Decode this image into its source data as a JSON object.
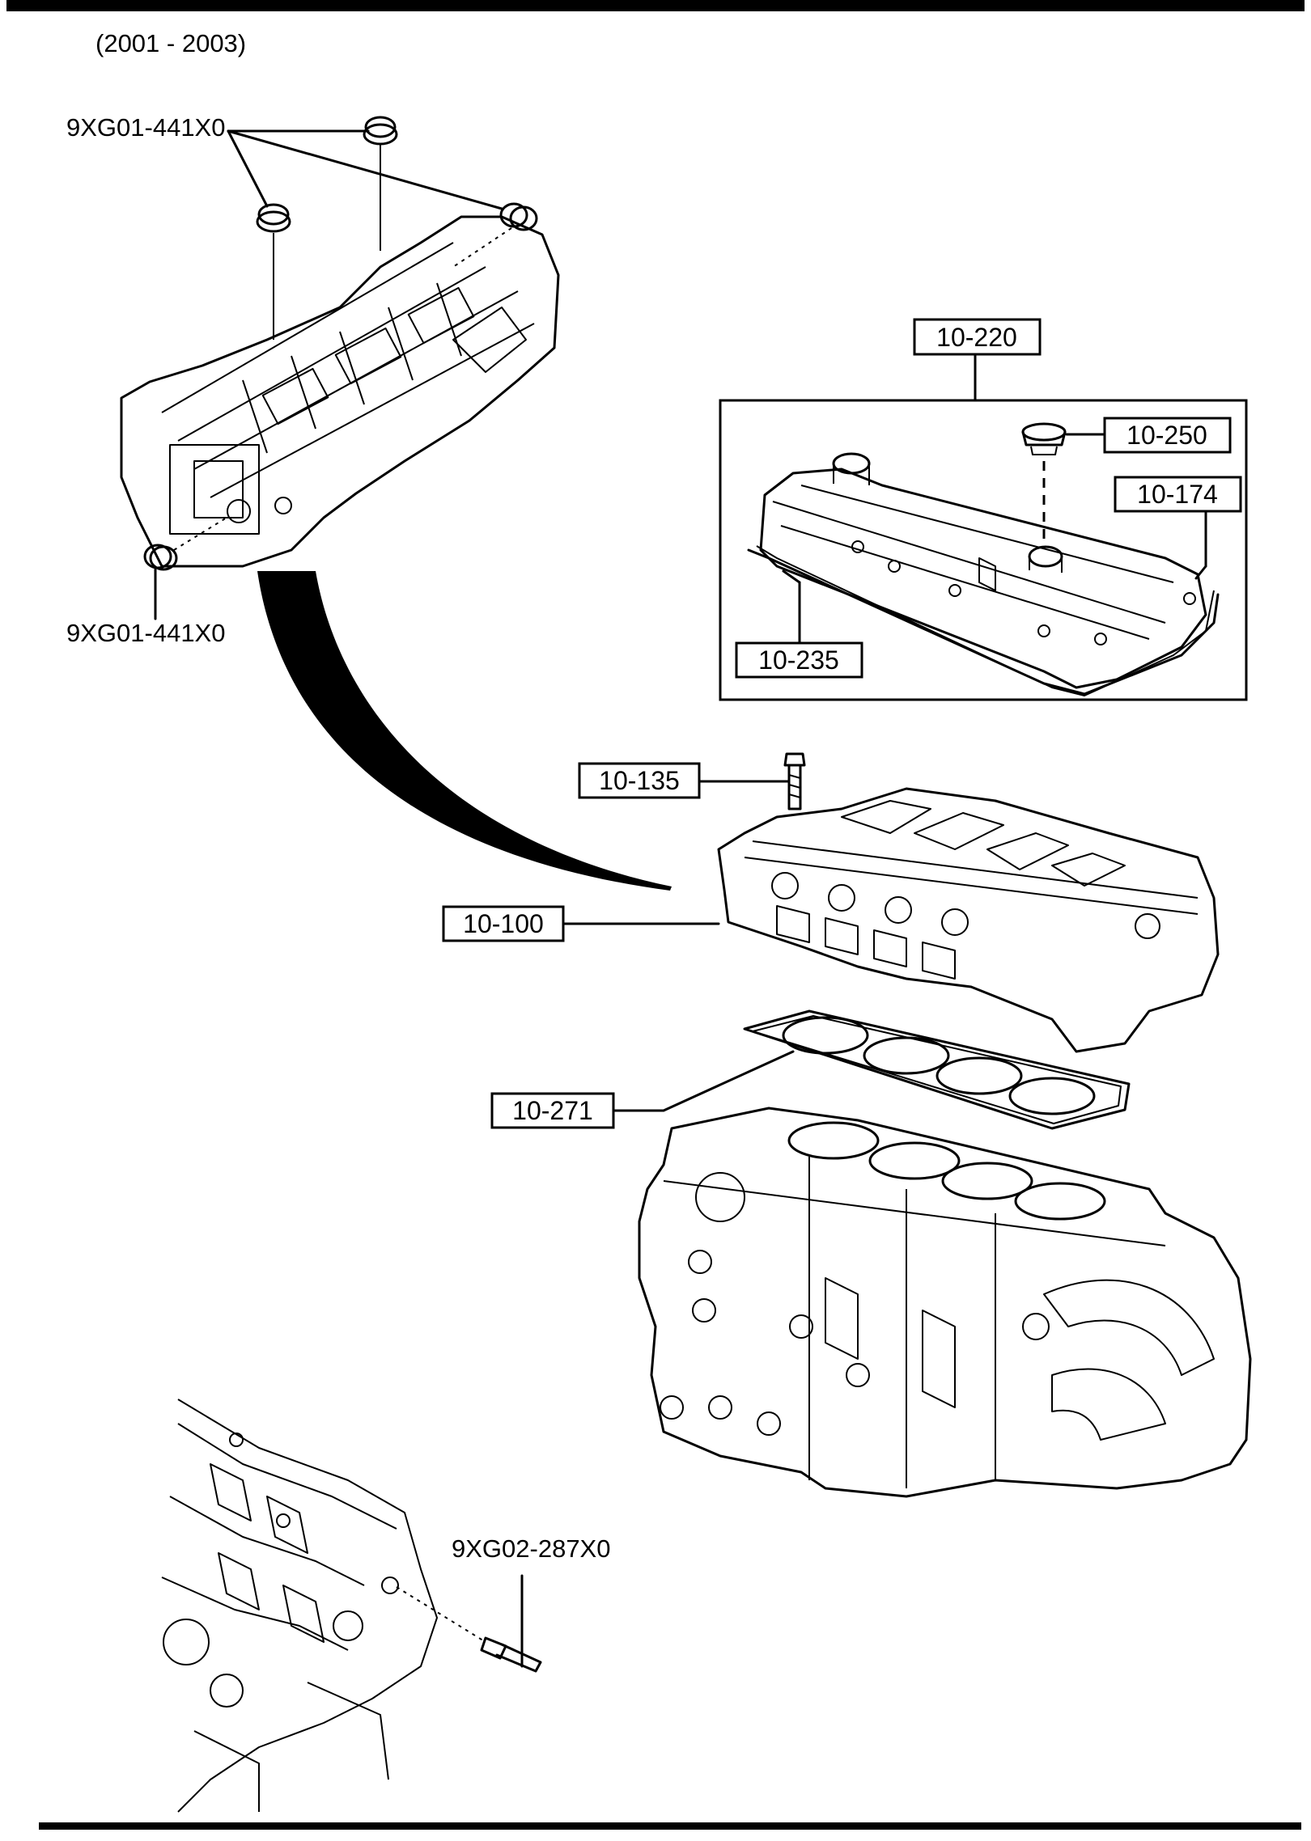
{
  "header": {
    "year_range": "(2001 - 2003)"
  },
  "callouts": {
    "seal_top": "9XG01-441X0",
    "seal_bottom": "9XG01-441X0",
    "cover_assembly": "10-220",
    "oil_cap": "10-250",
    "cover_bolt": "10-174",
    "cover_gasket": "10-235",
    "head_bolt": "10-135",
    "cylinder_head": "10-100",
    "head_gasket": "10-271",
    "plug": "9XG02-287X0"
  }
}
